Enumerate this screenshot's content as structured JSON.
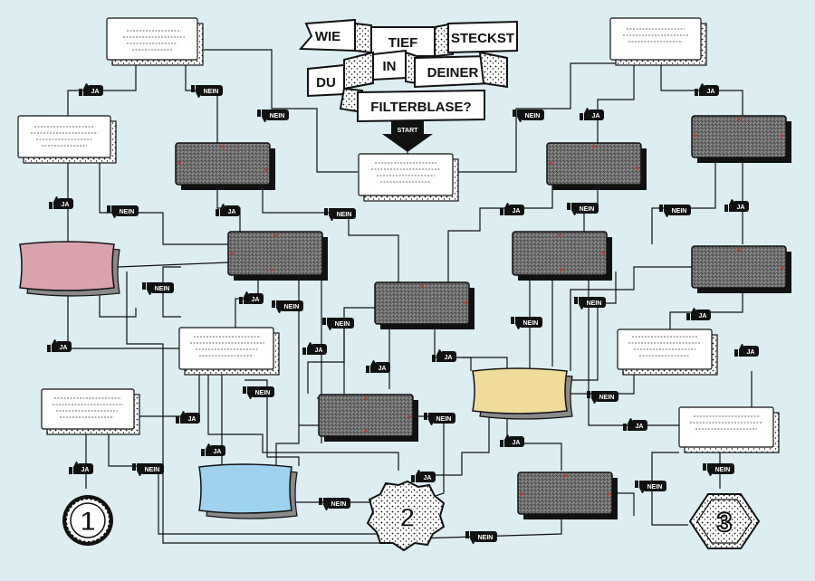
{
  "title": {
    "words": [
      "WIE",
      "TIEF",
      "STECKST",
      "DU",
      "IN",
      "DEINER",
      "FILTERBLASE?"
    ],
    "start": "START"
  },
  "labels": {
    "yes": "JA",
    "no": "NEIN"
  },
  "outcomes": [
    "1",
    "2",
    "3"
  ],
  "colors": {
    "background": "#dceef1",
    "grey_box": "#6b6b6b",
    "pink_box": "#d9a3ad",
    "blue_box": "#9fd2ef",
    "yellow_box": "#f0dc9a",
    "marker": "#c0392b",
    "ink": "#111111"
  },
  "icons": {
    "yes": "thumbs-up-icon",
    "no": "thumbs-down-icon",
    "start": "arrow-down-icon"
  }
}
